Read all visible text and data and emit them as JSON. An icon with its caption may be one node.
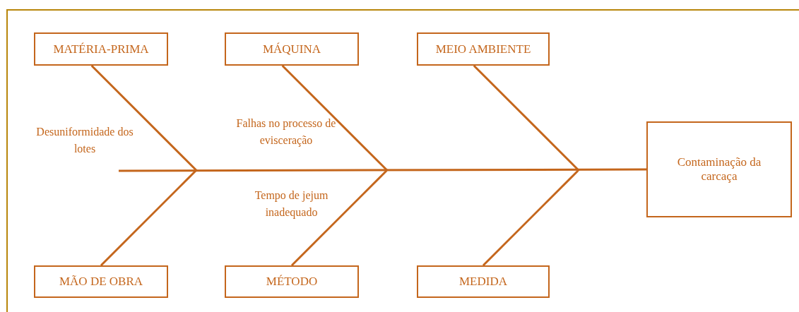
{
  "diagram": {
    "nodes": [
      {
        "text": [
          "MATÉRIA-PRIMA"
        ]
      },
      {
        "text": [
          "MÁQUINA"
        ]
      },
      {
        "text": [
          "MEIO AMBIENTE"
        ]
      },
      {
        "text": [
          "Contaminação da carcaça"
        ]
      },
      {
        "text": [
          "MÃO DE OBRA"
        ]
      },
      {
        "text": [
          "MÉTODO"
        ]
      },
      {
        "text": [
          "MEDIDA"
        ]
      }
    ],
    "edges": [
      {
        "from": null,
        "to": 3,
        "arrow": "none"
      },
      {
        "from": 0,
        "to": null,
        "arrow": "none"
      },
      {
        "from": 1,
        "to": null,
        "arrow": "none"
      },
      {
        "from": 2,
        "to": null,
        "arrow": "none"
      },
      {
        "from": 4,
        "to": null,
        "arrow": "none"
      },
      {
        "from": 5,
        "to": null,
        "arrow": "none"
      },
      {
        "from": 6,
        "to": null,
        "arrow": "none"
      }
    ],
    "labels": [
      "Desuniformidade dos lotes",
      "Falhas no processo de evisceração",
      "Tempo de jejum inadequado"
    ]
  }
}
